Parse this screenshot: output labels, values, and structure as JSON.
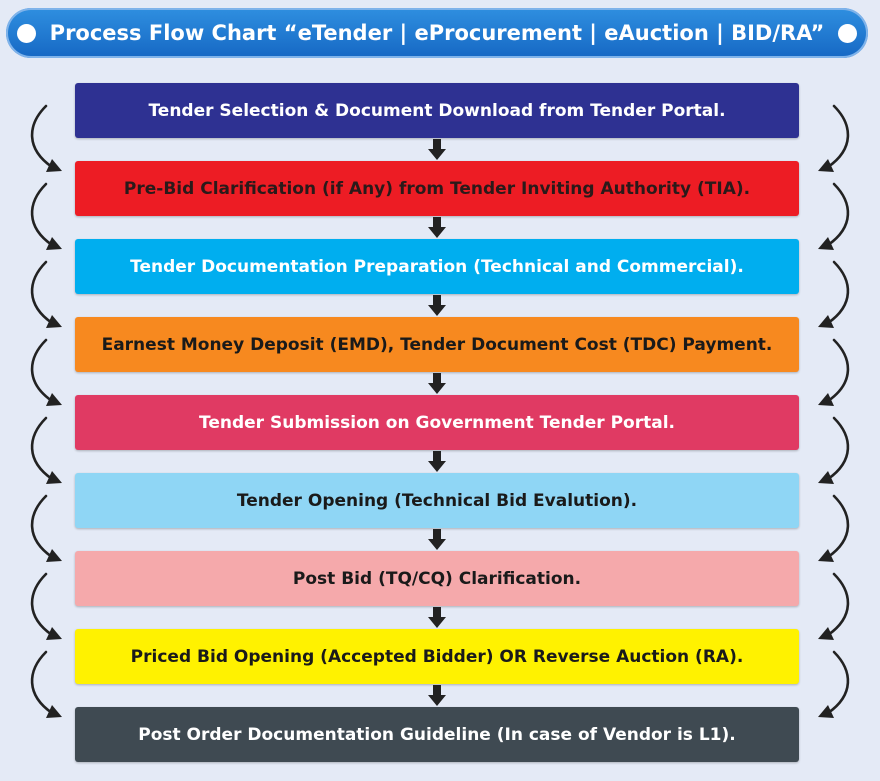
{
  "header": {
    "title": "Process Flow Chart  “eTender | eProcurement | eAuction | BID/RA”"
  },
  "steps": [
    {
      "label": "Tender Selection & Document Download from Tender Portal.",
      "bg": "#2e3192",
      "fg": "#ffffff"
    },
    {
      "label": "Pre-Bid Clarification (if Any) from Tender Inviting Authority (TIA).",
      "bg": "#ed1c24",
      "fg": "#2a1a1a"
    },
    {
      "label": "Tender Documentation Preparation (Technical and Commercial).",
      "bg": "#00aeef",
      "fg": "#ffffff"
    },
    {
      "label": "Earnest Money Deposit (EMD), Tender Document Cost (TDC) Payment.",
      "bg": "#f7891f",
      "fg": "#1a1a1a"
    },
    {
      "label": "Tender Submission on Government Tender Portal.",
      "bg": "#e03a63",
      "fg": "#ffffff"
    },
    {
      "label": "Tender Opening (Technical Bid Evalution).",
      "bg": "#8fd6f5",
      "fg": "#1a1a1a"
    },
    {
      "label": "Post Bid (TQ/CQ) Clarification.",
      "bg": "#f5a9ab",
      "fg": "#1a1a1a"
    },
    {
      "label": "Priced Bid Opening (Accepted Bidder) OR Reverse Auction (RA).",
      "bg": "#fff200",
      "fg": "#1a1a1a"
    },
    {
      "label": "Post Order Documentation Guideline (In case of Vendor is L1).",
      "bg": "#3f4a52",
      "fg": "#ffffff"
    }
  ],
  "colors": {
    "arrow": "#222222",
    "header_bg": "#1e78d2",
    "page_bg": "#e4eaf6"
  }
}
